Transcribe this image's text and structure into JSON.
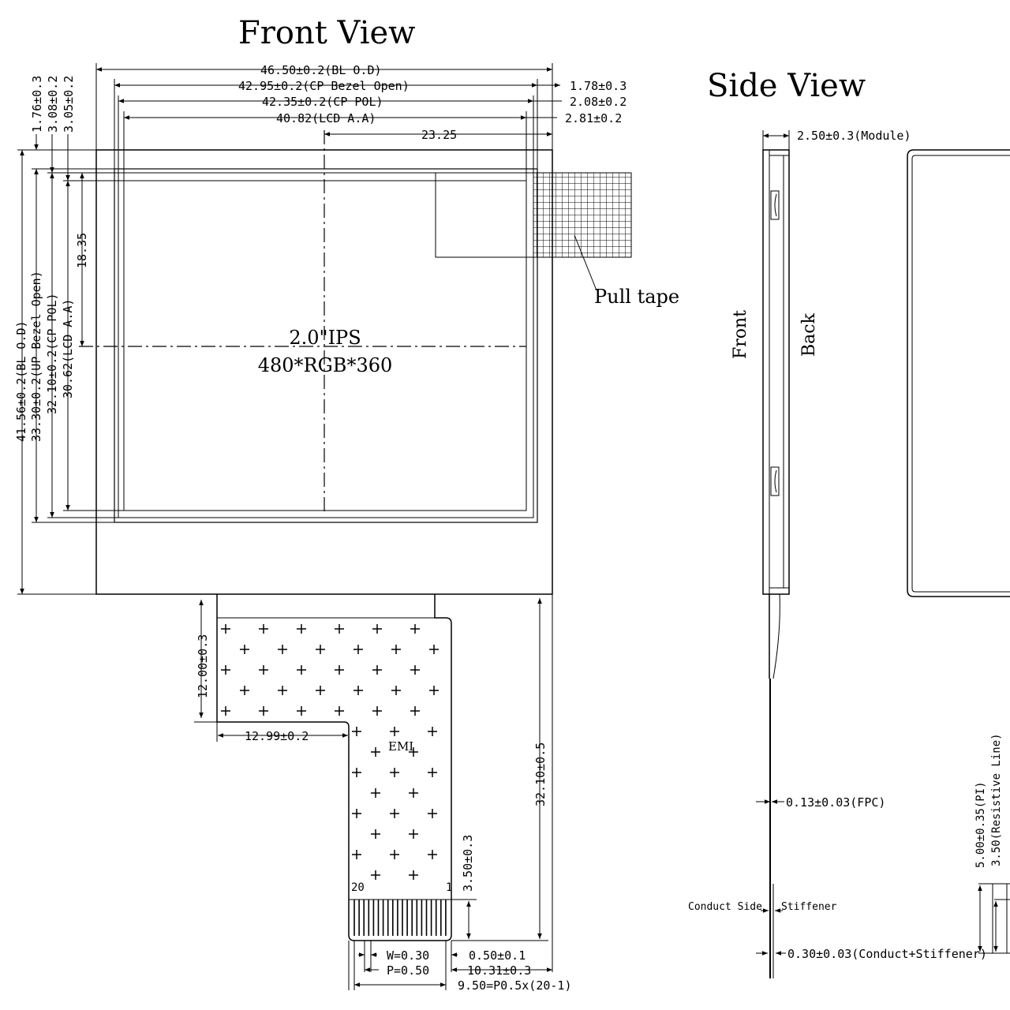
{
  "titles": {
    "front": "Front View",
    "side": "Side View"
  },
  "front_dims": {
    "bl_od_w": "46.50±0.2(BL O.D)",
    "cp_bezel_w": "42.95±0.2(CP Bezel Open)",
    "cp_pol_w": "42.35±0.2(CP POL)",
    "lcd_aa_w": "40.82(LCD A.A)",
    "half_w": "23.25",
    "r1": "1.78±0.3",
    "r2": "2.08±0.2",
    "r3": "2.81±0.2",
    "v1": "1.76±0.3",
    "v2": "3.08±0.2",
    "v3": "3.05±0.2",
    "bl_od_h": "41.56±0.2(BL O.D)",
    "up_bezel_h": "33.30±0.2(UP Bezel Open)",
    "cp_pol_h": "32.10±0.2(CP POL)",
    "lcd_aa_h": "30.62(LCD A.A)",
    "half_h": "18.35"
  },
  "panel": {
    "size": "2.0\"IPS",
    "resolution": "480*RGB*360",
    "pull_tape": "Pull tape"
  },
  "fpc": {
    "tail_h": "12.00±0.3",
    "tail_w": "12.99±0.2",
    "emi": "EMI",
    "fpc_len": "32.10±0.5",
    "pad_h": "3.50±0.3",
    "pin_left": "20",
    "pin_right": "1",
    "w": "W=0.30",
    "p": "P=0.50",
    "pad_edge": "0.50±0.1",
    "fpc_w": "10.31±0.3",
    "pitch_total": "9.50=P0.5x(20-1)"
  },
  "side": {
    "module": "2.50±0.3(Module)",
    "front": "Front",
    "back": "Back",
    "fpc": "0.13±0.03(FPC)",
    "conduct_side": "Conduct Side",
    "stiffener": "Stiffener",
    "conduct_stiffener": "0.30±0.03(Conduct+Stiffener)",
    "pi": "5.00±0.35(PI)",
    "resistive": "3.50(Resistive Line)"
  }
}
